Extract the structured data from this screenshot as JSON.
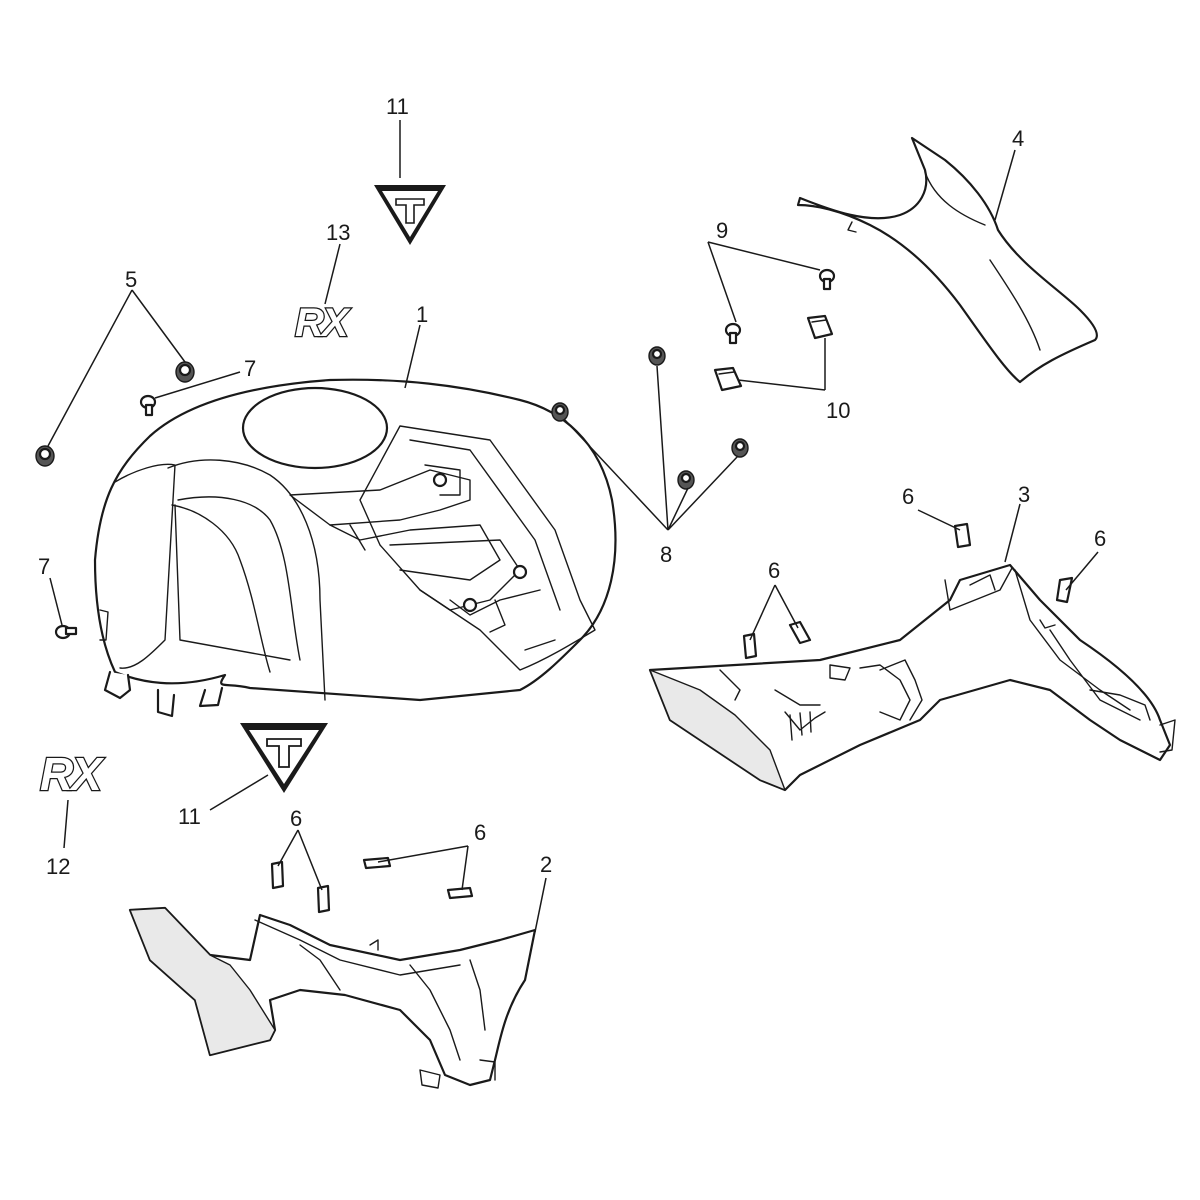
{
  "callouts": [
    {
      "id": "c11a",
      "text": "11"
    },
    {
      "id": "c13",
      "text": "13"
    },
    {
      "id": "c5",
      "text": "5"
    },
    {
      "id": "c7a",
      "text": "7"
    },
    {
      "id": "c1",
      "text": "1"
    },
    {
      "id": "c9",
      "text": "9"
    },
    {
      "id": "c4",
      "text": "4"
    },
    {
      "id": "c10",
      "text": "10"
    },
    {
      "id": "c8",
      "text": "8"
    },
    {
      "id": "c6a",
      "text": "6"
    },
    {
      "id": "c3",
      "text": "3"
    },
    {
      "id": "c6b",
      "text": "6"
    },
    {
      "id": "c7b",
      "text": "7"
    },
    {
      "id": "c6c",
      "text": "6"
    },
    {
      "id": "c11b",
      "text": "11"
    },
    {
      "id": "c12",
      "text": "12"
    },
    {
      "id": "c6d",
      "text": "6"
    },
    {
      "id": "c6e",
      "text": "6"
    },
    {
      "id": "c2",
      "text": "2"
    }
  ],
  "logos": {
    "rx_small": "RX",
    "rx_large": "RX"
  },
  "icons": {
    "badge": "triangle-t-badge-icon",
    "bolt": "bolt-icon",
    "grommet": "grommet-icon",
    "clip": "clip-icon"
  }
}
